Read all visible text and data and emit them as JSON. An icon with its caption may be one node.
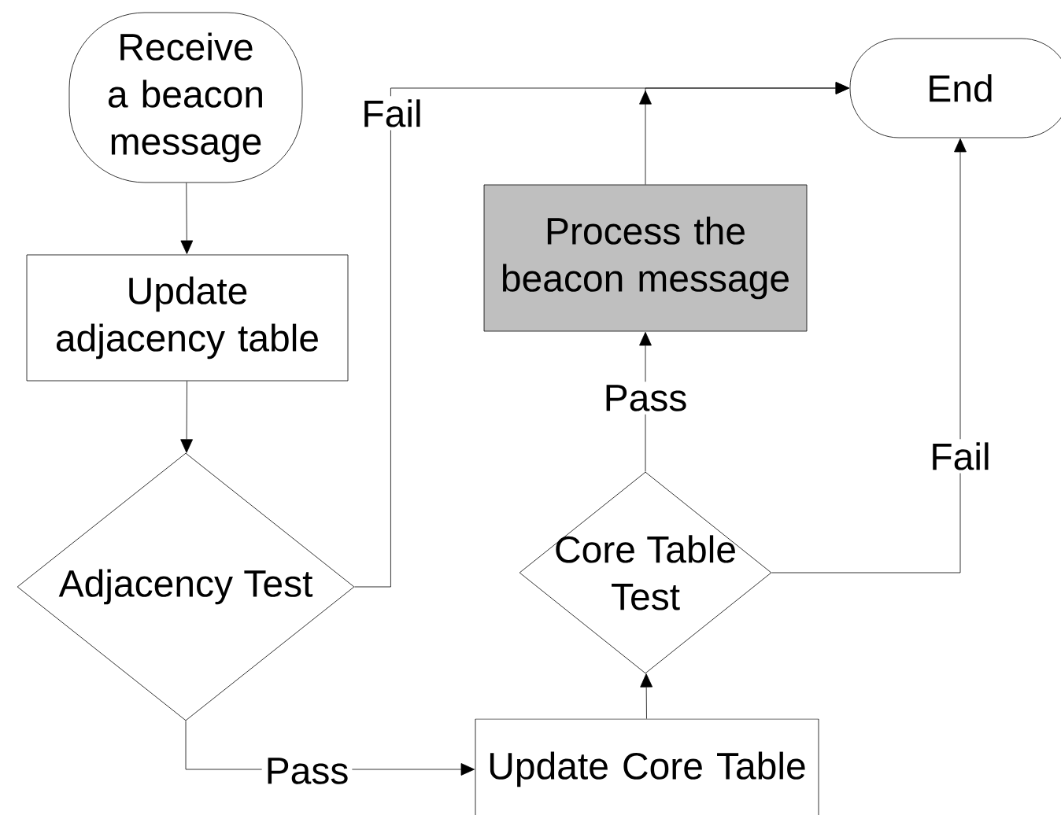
{
  "diagram": {
    "nodes": [
      {
        "text": [
          "Receive a beacon message"
        ]
      },
      {
        "text": [
          "Update adjacency table"
        ]
      },
      {
        "text": [
          "Adjacency Test"
        ]
      },
      {
        "text": [
          "Process the beacon message"
        ]
      },
      {
        "text": [
          "End"
        ]
      },
      {
        "text": [
          "Core Table Test"
        ]
      },
      {
        "text": [
          "Update Core Table"
        ]
      }
    ],
    "edges": [
      {
        "from": 0,
        "to": 1,
        "arrow": "to"
      },
      {
        "from": 1,
        "to": 2,
        "arrow": "to"
      },
      {
        "from": 2,
        "to": 4,
        "arrow": "to",
        "label": "Fail"
      },
      {
        "from": 2,
        "to": 6,
        "arrow": "to",
        "label": "Pass"
      },
      {
        "from": 6,
        "to": 5,
        "arrow": "to"
      },
      {
        "from": 5,
        "to": 3,
        "arrow": "to",
        "label": "Pass"
      },
      {
        "from": 3,
        "to": 4,
        "arrow": "to"
      },
      {
        "from": 5,
        "to": 4,
        "arrow": "to",
        "label": "Fail"
      }
    ]
  }
}
